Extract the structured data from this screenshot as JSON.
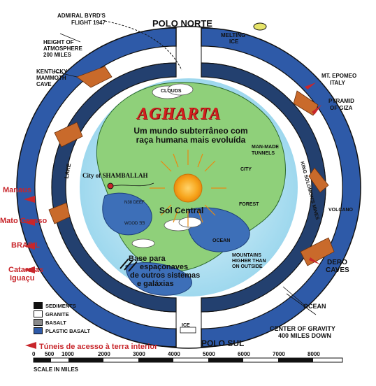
{
  "title": "AGHARTA",
  "subtitle_line1": "Um mundo subterrâneo com",
  "subtitle_line2": "raça humana mais evoluída",
  "poles": {
    "north": "POLO NORTE",
    "south": "POLO SUL"
  },
  "labels_left": {
    "byrd_line1": "ADMIRAL BYRD'S",
    "byrd_line2": "FLIGHT 1947",
    "atmo_line1": "HEIGHT OF",
    "atmo_line2": "ATMOSPHERE",
    "atmo_line3": "200 MILES",
    "kentucky_line1": "KENTUCKY",
    "kentucky_line2": "MAMMOTH",
    "kentucky_line3": "CAVE",
    "lake": "LAKE"
  },
  "labels_right": {
    "melting_line1": "MELTING",
    "melting_line2": "ICE",
    "epomeo_line1": "MT. EPOMEO",
    "epomeo_line2": "ITALY",
    "giza_line1": "PYRAMID",
    "giza_line2": "OF GIZA",
    "king_solomon": "KING SOLOMON'S MINES",
    "volcano": "VOLCANO",
    "dero_line1": "DERO",
    "dero_line2": "CAVES",
    "ocean_outer": "OCEAN",
    "gravity_line1": "CENTER OF GRAVITY",
    "gravity_line2": "400 MILES DOWN"
  },
  "labels_inner": {
    "clouds": "CLOUDS",
    "tunnels_line1": "MAN-MADE",
    "tunnels_line2": "TUNNELS",
    "city": "CITY",
    "forest": "FOREST",
    "ocean_inner": "OCEAN",
    "mountains_line1": "MOUNTAINS",
    "mountains_line2": "HIGHER THAN",
    "mountains_line3": "ON OUTSIDE",
    "ice": "ICE",
    "shamballah": "City of SHAMBALLAH",
    "mirrored_1": "N38 dEEF",
    "mirrored_2": "WOOd ƎƎ"
  },
  "central_sun": "Sol Central",
  "base_line1": "Base para",
  "base_line2": "espaçonaves",
  "base_line3": "de outros sistemas",
  "base_line4": "e galáxias",
  "brazil_labels": {
    "manaus": "Manaus",
    "mato_grosso": "Mato Grosso",
    "brasil": "BRASIL",
    "cataratas": "Cataratas",
    "iguacu": "Iguaçu"
  },
  "legend": [
    {
      "label": "SEDIMENTS",
      "color": "#111111"
    },
    {
      "label": "GRANITE",
      "color": "#ffffff"
    },
    {
      "label": "BASALT",
      "color": "#8a8a8a"
    },
    {
      "label": "PLASTIC BASALT",
      "color": "#2e5aa8"
    }
  ],
  "tunnels_caption": "Túneis de acesso à terra interior",
  "scale": {
    "ticks": [
      "0",
      "500",
      "1000",
      "2000",
      "3000",
      "4000",
      "5000",
      "6000",
      "7000",
      "8000"
    ],
    "caption": "SCALE IN MILES"
  },
  "colors": {
    "ocean": "#3d6fb8",
    "land": "#8fd07a",
    "sky": "#b6e3f3",
    "crust_dark": "#23406f",
    "sun": "#f7a51c",
    "cave": "#c96a2b",
    "accent_red": "#c8262b"
  }
}
